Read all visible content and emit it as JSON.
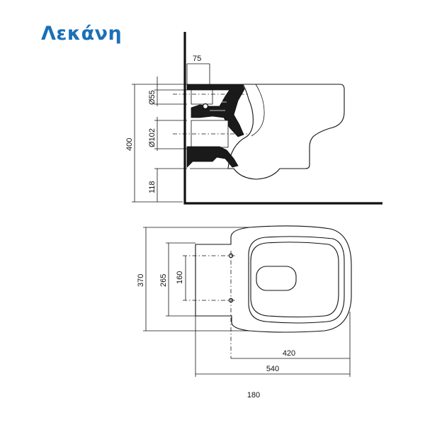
{
  "title": "Λεκάνη",
  "dimensions": {
    "width_top": "75",
    "pipe_upper": "Ø55",
    "pipe_lower": "Ø102",
    "height_total": "400",
    "height_bottom": "118",
    "depth_total": "370",
    "bolt_outer": "265",
    "bolt_inner": "160",
    "length_inner": "420",
    "length_total": "540",
    "footer_value": "180"
  }
}
